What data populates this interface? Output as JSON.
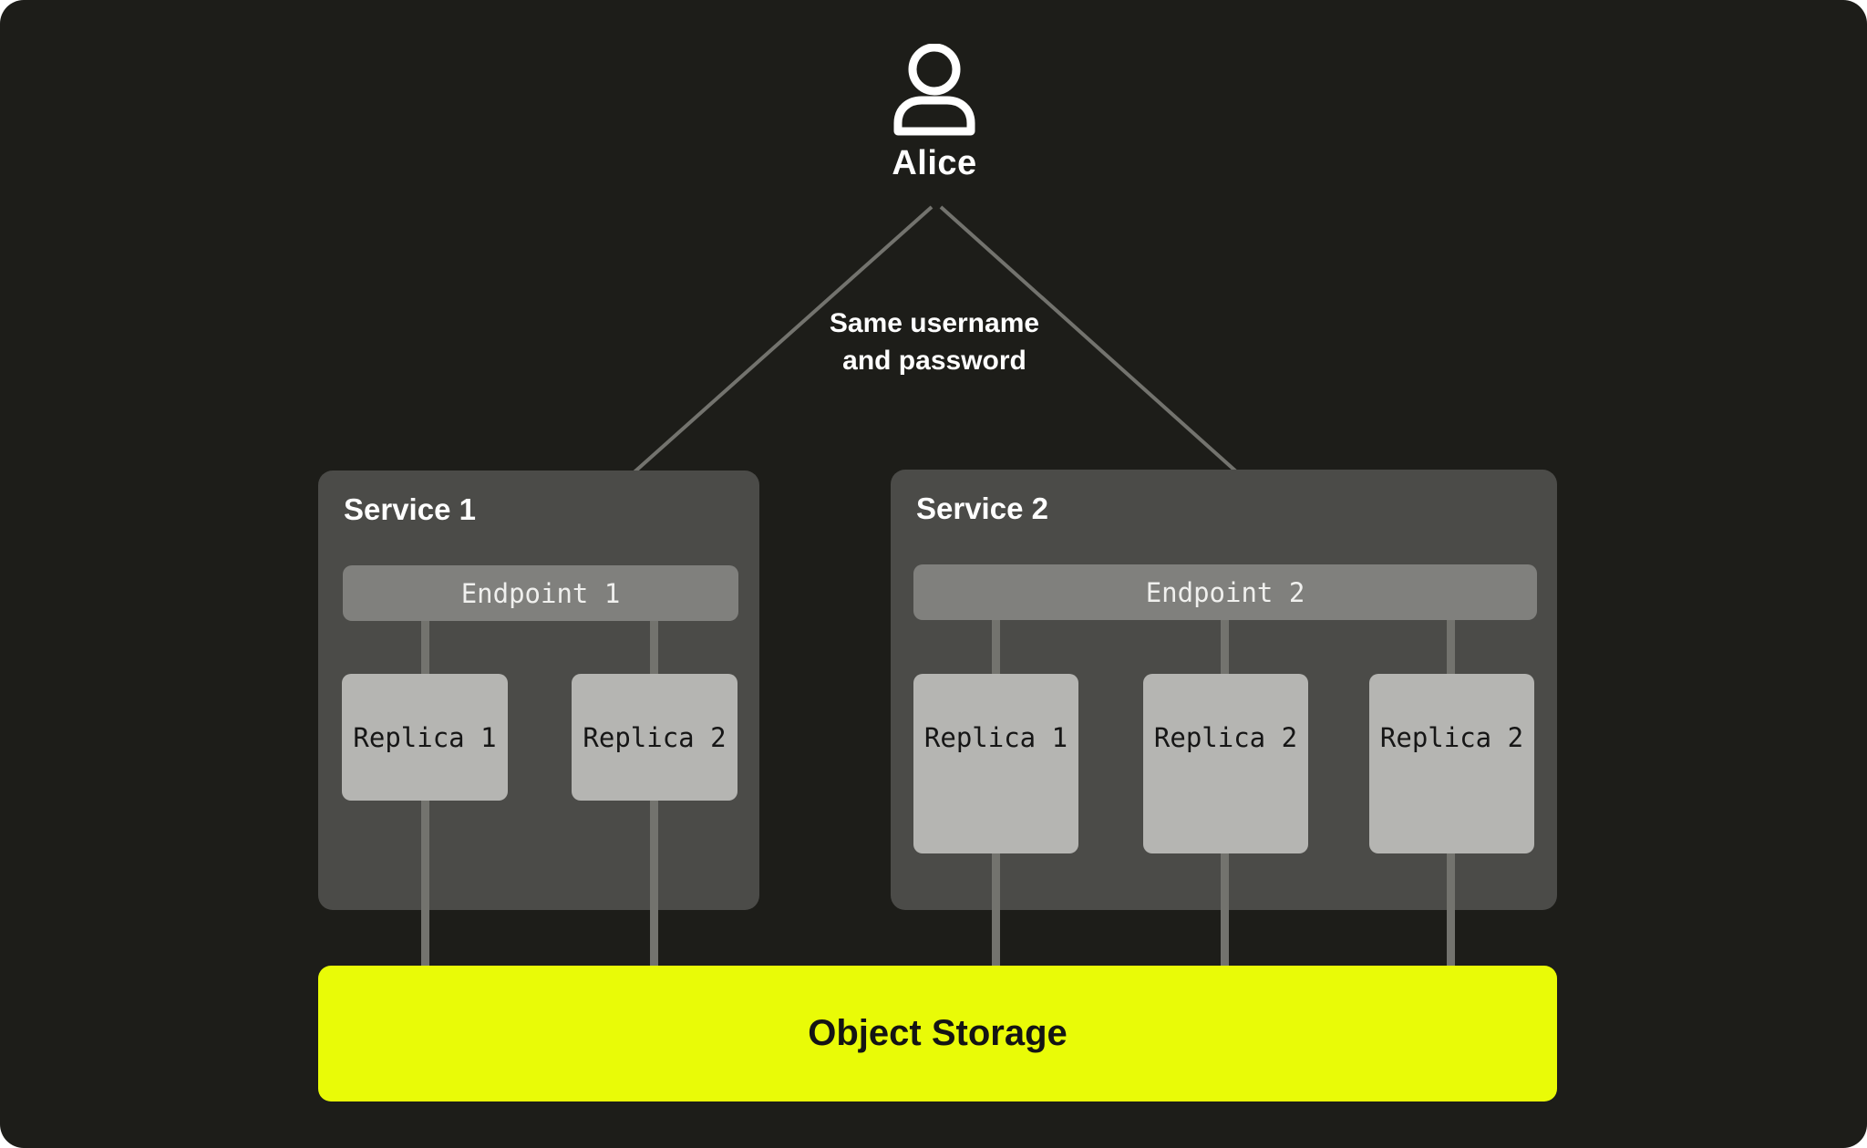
{
  "page": {
    "background": "#1d1d19",
    "outer_background": "#ffffff"
  },
  "user": {
    "name": "Alice",
    "icon": "person-icon"
  },
  "annotation": {
    "line1": "Same username",
    "line2": "and password"
  },
  "services": [
    {
      "title": "Service 1",
      "endpoint": "Endpoint 1",
      "replicas": [
        "Replica 1",
        "Replica 2"
      ]
    },
    {
      "title": "Service 2",
      "endpoint": "Endpoint 2",
      "replicas": [
        "Replica 1",
        "Replica 2",
        "Replica 2"
      ]
    }
  ],
  "storage": {
    "label": "Object Storage"
  },
  "colors": {
    "service_box": "#4b4b48",
    "endpoint_bar": "#80807d",
    "replica_box": "#b5b5b2",
    "connector_gray": "#73736e",
    "arrow_gray": "#73736e",
    "storage_yellow": "#e9fb07",
    "text_light": "#ffffff",
    "text_dark": "#161616"
  }
}
